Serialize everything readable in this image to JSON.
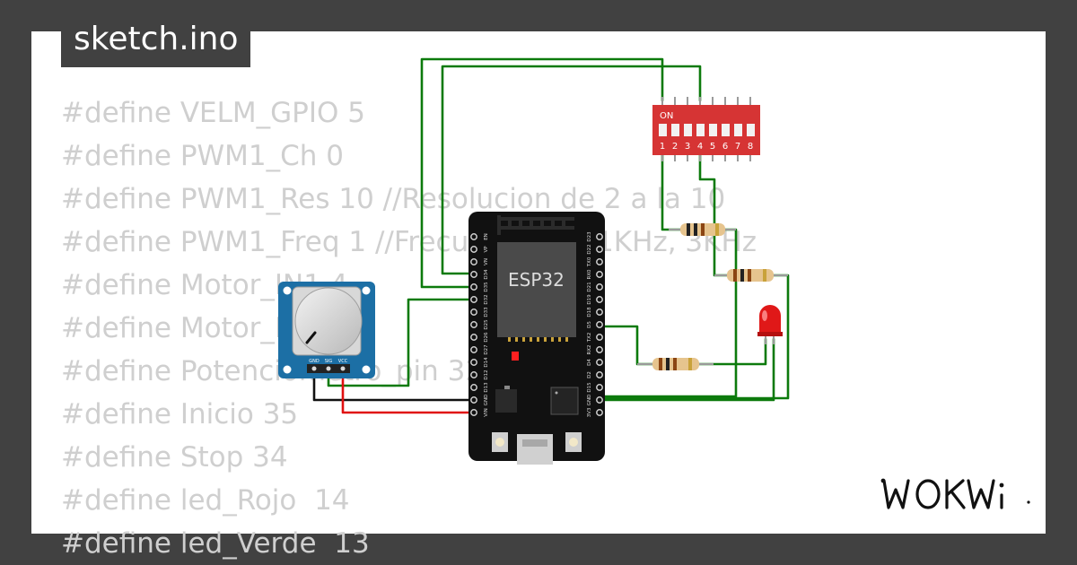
{
  "sketch": {
    "filename": "sketch.ino"
  },
  "code_lines": [
    "#define VELM_GPIO 5",
    "#define PWM1_Ch 0",
    "#define PWM1_Res 10 //Resolucion de 2 a la 10",
    "#define PWM1_Freq 1 //Frecuencia de 1KHz, 3KHz",
    "#define Motor_IN1 4",
    "#define Motor_IN2 2",
    "#define Potenciometro_pin 32",
    "#define Inicio 35",
    "#define Stop 34",
    "#define led_Rojo  14",
    "#define led_Verde  13"
  ],
  "esp32": {
    "label": "ESP32",
    "left_pins": [
      "EN",
      "VP",
      "VN",
      "D34",
      "D35",
      "D32",
      "D33",
      "D25",
      "D26",
      "D27",
      "D14",
      "D12",
      "D13",
      "GND",
      "VIN"
    ],
    "right_pins": [
      "D23",
      "D22",
      "TX0",
      "RX0",
      "D21",
      "D19",
      "D18",
      "D5",
      "TX2",
      "RX2",
      "D4",
      "D2",
      "D15",
      "GND",
      "3V3"
    ]
  },
  "dip_switch": {
    "on_label": "ON",
    "switch_numbers": [
      "1",
      "2",
      "3",
      "4",
      "5",
      "6",
      "7",
      "8"
    ]
  },
  "potentiometer": {
    "pins": [
      "GND",
      "SIG",
      "VCC"
    ]
  },
  "brand": {
    "logo_text": "WOKWi"
  },
  "colors": {
    "wire_green": "#0c7a0c",
    "wire_red": "#e01010",
    "wire_black": "#111111",
    "dip_red": "#d63434",
    "pot_blue": "#1c6fa5"
  }
}
